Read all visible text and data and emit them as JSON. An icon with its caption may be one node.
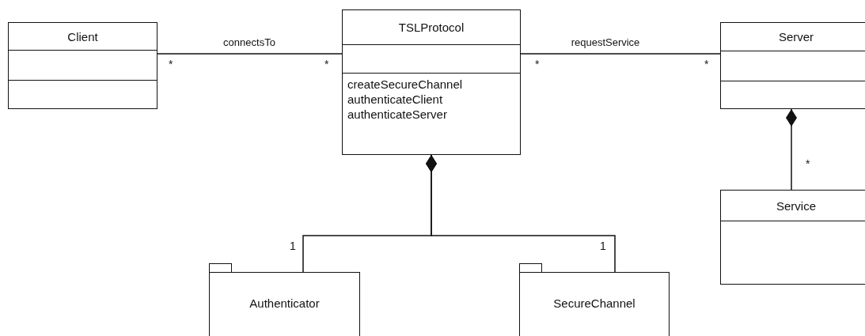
{
  "diagram": {
    "nodes": [
      {
        "text": [
          "Client"
        ]
      },
      {
        "text": [
          "TSLProtocol",
          "createSecureChannel",
          "authenticateClient",
          "authenticateServer"
        ]
      },
      {
        "text": [
          "Server"
        ]
      },
      {
        "text": [
          "Service"
        ]
      },
      {
        "text": [
          "Authenticator"
        ]
      },
      {
        "text": [
          "SecureChannel"
        ]
      }
    ],
    "edges": [
      {
        "from": 0,
        "to": 1,
        "arrow": "none",
        "label": "connectsTo"
      },
      {
        "from": 1,
        "to": 2,
        "arrow": "none",
        "label": "requestService"
      },
      {
        "from": 2,
        "to": 3,
        "arrow": "other"
      },
      {
        "from": 1,
        "to": 4,
        "arrow": "other"
      },
      {
        "from": 1,
        "to": 5,
        "arrow": "other"
      }
    ],
    "labels": [
      "*",
      "*",
      "*",
      "*",
      "*",
      "1",
      "1"
    ]
  }
}
